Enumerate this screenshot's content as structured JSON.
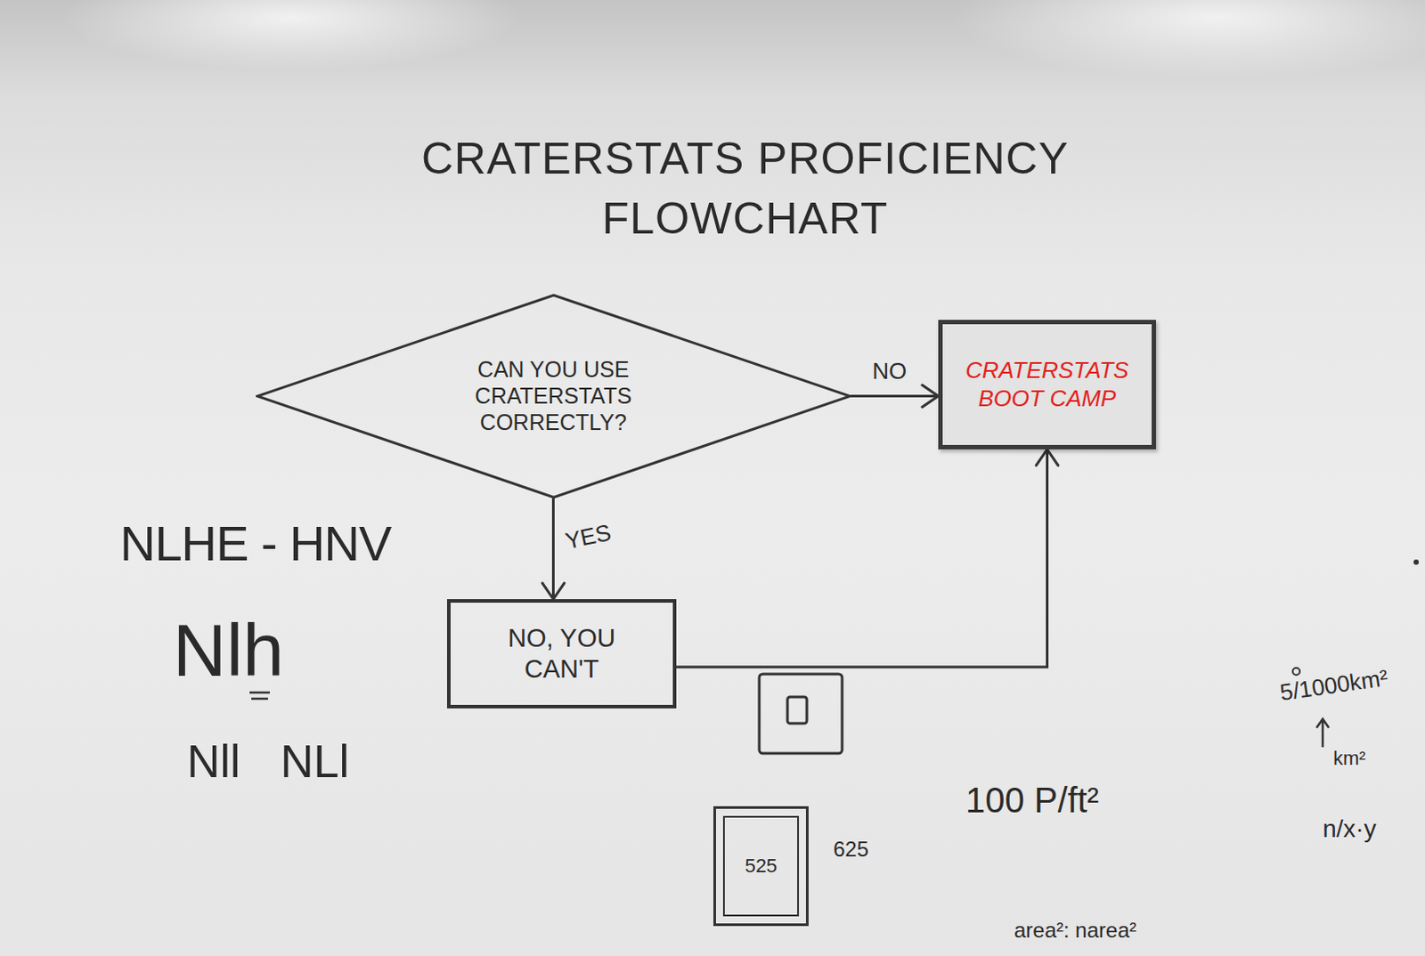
{
  "diagram": {
    "title": "CRATERSTATS PROFICIENCY FLOWCHART",
    "nodes": [
      {
        "text": [
          "CAN YOU USE CRATERSTATS CORRECTLY?"
        ]
      },
      {
        "text": [
          "CRATERSTATS BOOT CAMP"
        ]
      },
      {
        "text": [
          "NO, YOU CAN'T"
        ]
      },
      {
        "text": [
          "525"
        ]
      }
    ],
    "edges": [
      {
        "from": 0,
        "to": 1,
        "label": "NO",
        "arrow": "to"
      },
      {
        "from": 0,
        "to": 2,
        "label": "YES",
        "arrow": "to"
      },
      {
        "from": 2,
        "to": 1,
        "arrow": "to"
      }
    ],
    "labels": [
      "NLHE - HNV",
      "Nlh",
      "Nll",
      "NLl",
      "625",
      "100 P/ft²",
      "5/1000km²",
      "km²",
      "n/x·y",
      "area²: narea²"
    ]
  }
}
